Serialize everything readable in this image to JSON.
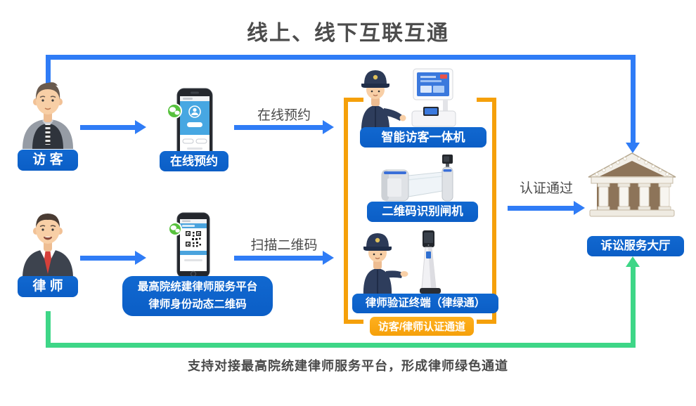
{
  "title": "线上、线下互联互通",
  "caption": "支持对接最高院统建律师服务平台，形成律师绿色通道",
  "colors": {
    "blue-line": "#2f7cf6",
    "blue-box": "#0b5ec6",
    "orange": "#f5a00a",
    "green": "#3ed687",
    "text-dark": "#4a4a4a"
  },
  "actors": {
    "visitor": {
      "label": "访 客"
    },
    "lawyer": {
      "label": "律 师"
    }
  },
  "nodes": {
    "booking": {
      "label": "在线预约"
    },
    "platform": {
      "line1": "最高院统建律师服务平台",
      "line2": "律师身份动态二维码"
    },
    "kiosk": {
      "label": "智能访客一体机"
    },
    "gate": {
      "label": "二维码识别闸机"
    },
    "terminal": {
      "label": "律师验证终端（律绿通）"
    },
    "hall": {
      "label": "诉讼服务大厅"
    },
    "channel": {
      "label": "访客/律师认证通道"
    }
  },
  "flows": {
    "online_booking": "在线预约",
    "scan_qr": "扫描二维码",
    "auth_passed": "认证通过"
  },
  "icons": {
    "visitor_avatar": "male-visitor-avatar",
    "lawyer_avatar": "male-lawyer-avatar",
    "booking_phone": "smartphone-wechat-booking",
    "qr_phone": "smartphone-wechat-qrcode",
    "kiosk": "police-officer-with-visitor-kiosk",
    "gate": "qrcode-turnstile-gate",
    "terminal": "police-officer-with-verify-terminal",
    "hall": "courthouse-building"
  }
}
